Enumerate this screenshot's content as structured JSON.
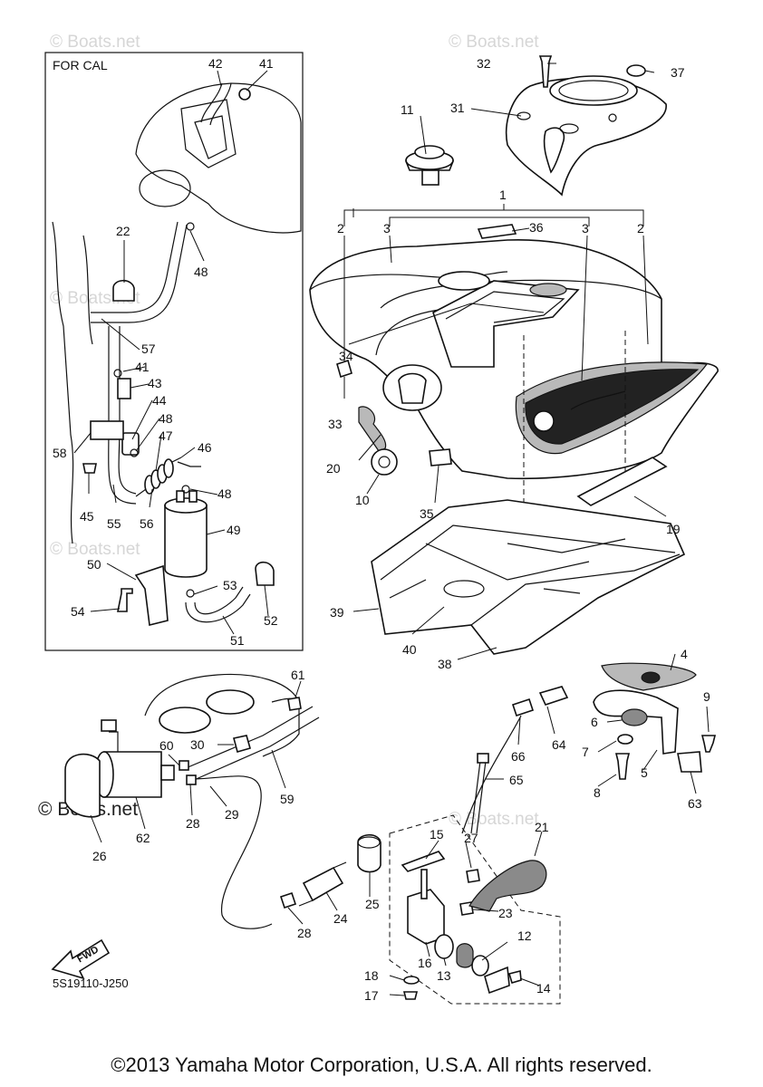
{
  "inset_title": "FOR CAL",
  "diagram_code": "5S19110-J250",
  "fwd_label": "FWD",
  "watermark": "© Boats.net",
  "copyright": "©2013 Yamaha Motor Corporation, U.S.A. All rights reserved.",
  "callouts": [
    "1",
    "2",
    "2",
    "3",
    "3",
    "4",
    "5",
    "6",
    "7",
    "8",
    "9",
    "10",
    "11",
    "12",
    "13",
    "14",
    "15",
    "16",
    "17",
    "18",
    "19",
    "20",
    "21",
    "22",
    "23",
    "24",
    "25",
    "26",
    "27",
    "28",
    "28",
    "29",
    "30",
    "31",
    "32",
    "33",
    "34",
    "35",
    "36",
    "37",
    "38",
    "39",
    "40",
    "41",
    "41",
    "42",
    "43",
    "44",
    "45",
    "46",
    "47",
    "48",
    "48",
    "48",
    "49",
    "50",
    "51",
    "52",
    "53",
    "54",
    "55",
    "56",
    "57",
    "58",
    "59",
    "60",
    "61",
    "62",
    "63",
    "64",
    "65",
    "66"
  ]
}
